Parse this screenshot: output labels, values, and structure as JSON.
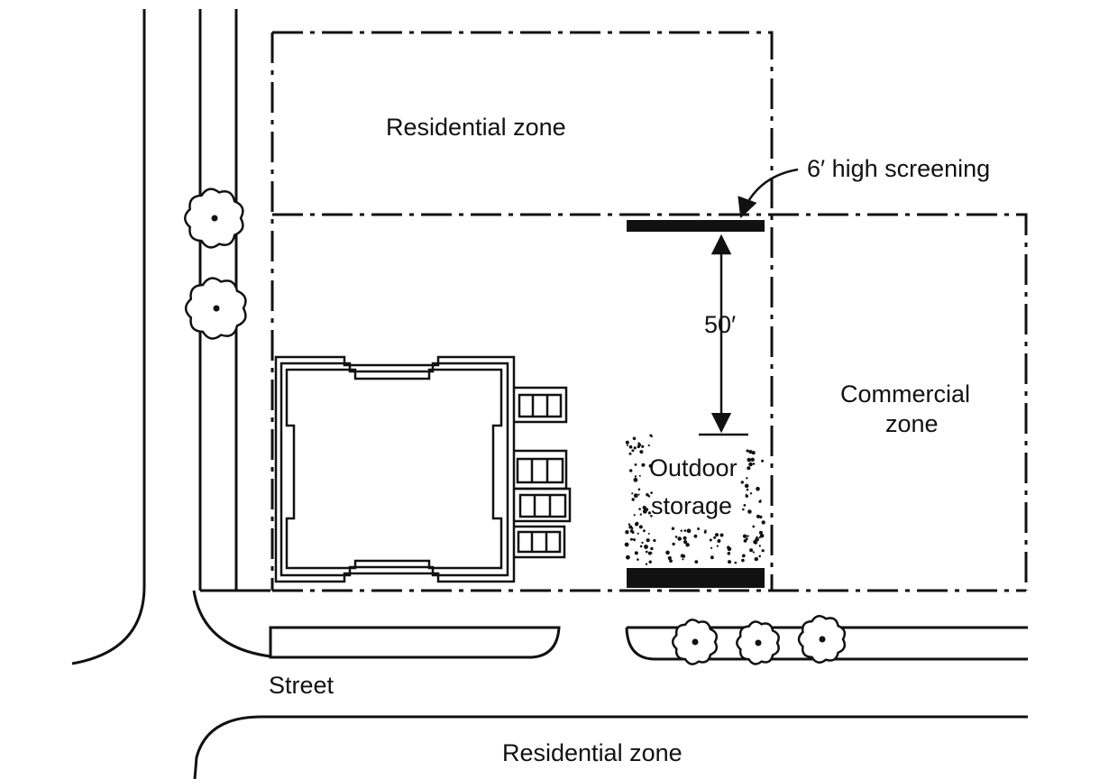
{
  "labels": {
    "residential_top": "Residential zone",
    "screening": "6′ high screening",
    "distance": "50′",
    "commercial_line1": "Commercial",
    "commercial_line2": "zone",
    "storage_line1": "Outdoor",
    "storage_line2": "storage",
    "street": "Street",
    "residential_bottom": "Residential zone"
  },
  "colors": {
    "ink": "#111111",
    "paper": "#ffffff"
  }
}
